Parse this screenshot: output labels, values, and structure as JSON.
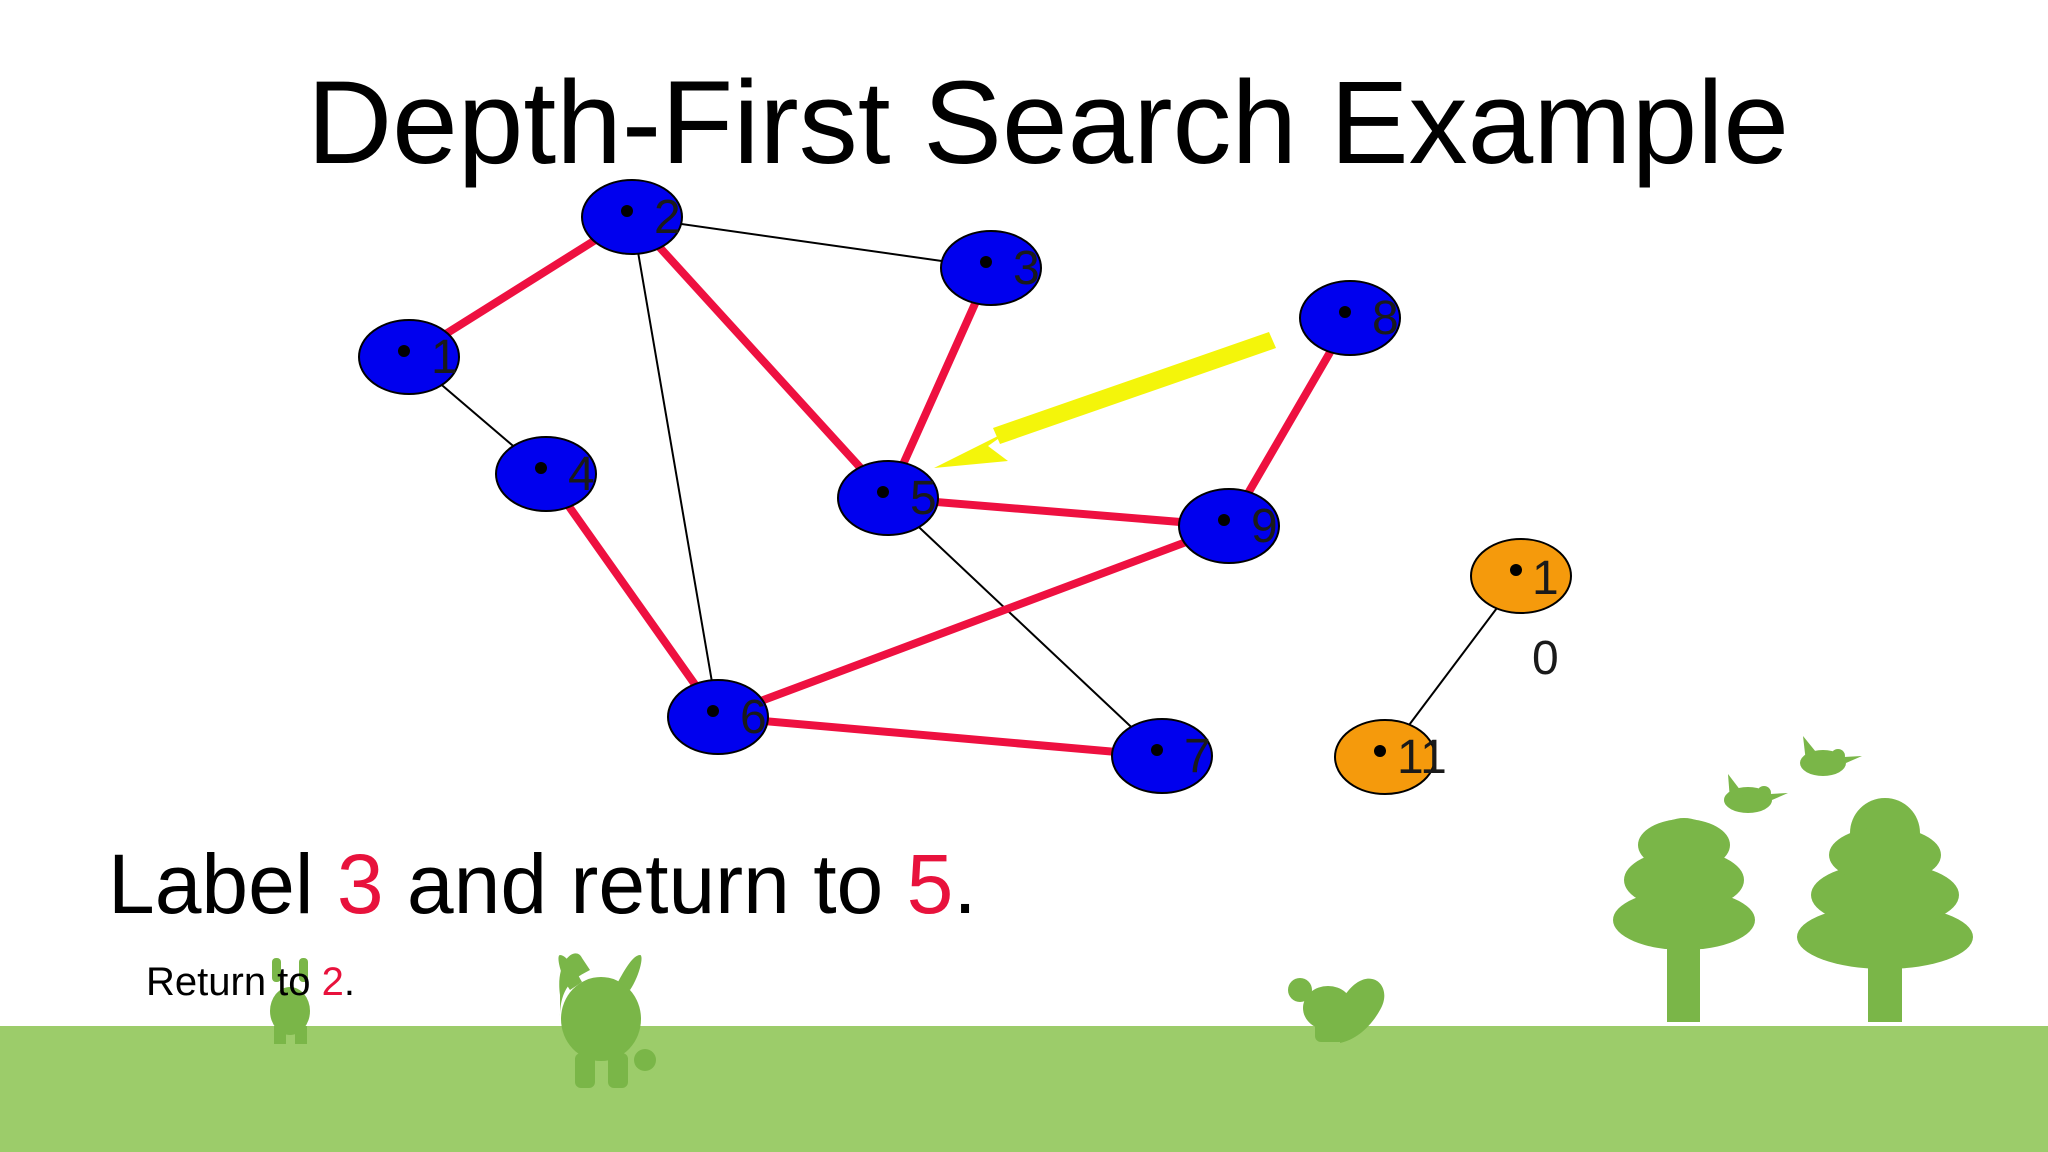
{
  "title": "Depth-First Search Example",
  "caption": {
    "prefix": "Label ",
    "first_number": "3",
    "middle": " and return to ",
    "second_number": "5",
    "suffix": "."
  },
  "subcaption": {
    "prefix": "Return to ",
    "number": "2",
    "suffix": "."
  },
  "colors": {
    "visited_node": "#0000ee",
    "unvisited_node": "#f59a0c",
    "tree_edge": "#ee1040",
    "plain_edge": "#000000",
    "pointer_arrow": "#f4f50a",
    "highlight_text": "#e8123c",
    "ground": "#9ccc6a",
    "silhouettes": "#7ab648"
  },
  "nodes": [
    {
      "id": "1",
      "label": "1",
      "state": "visited"
    },
    {
      "id": "2",
      "label": "2",
      "state": "visited"
    },
    {
      "id": "3",
      "label": "3",
      "state": "visited"
    },
    {
      "id": "4",
      "label": "4",
      "state": "visited"
    },
    {
      "id": "5",
      "label": "5",
      "state": "visited"
    },
    {
      "id": "6",
      "label": "6",
      "state": "visited"
    },
    {
      "id": "7",
      "label": "7",
      "state": "visited"
    },
    {
      "id": "8",
      "label": "8",
      "state": "visited"
    },
    {
      "id": "9",
      "label": "9",
      "state": "visited"
    },
    {
      "id": "10",
      "label_line1": "1",
      "label_line2": "0",
      "state": "unvisited"
    },
    {
      "id": "11",
      "label": "11",
      "state": "unvisited"
    }
  ],
  "edges": [
    {
      "from": "1",
      "to": "2",
      "type": "tree"
    },
    {
      "from": "1",
      "to": "4",
      "type": "plain"
    },
    {
      "from": "2",
      "to": "3",
      "type": "plain"
    },
    {
      "from": "2",
      "to": "5",
      "type": "tree"
    },
    {
      "from": "2",
      "to": "6",
      "type": "plain"
    },
    {
      "from": "3",
      "to": "5",
      "type": "tree"
    },
    {
      "from": "4",
      "to": "6",
      "type": "tree"
    },
    {
      "from": "5",
      "to": "9",
      "type": "tree"
    },
    {
      "from": "5",
      "to": "7",
      "type": "plain"
    },
    {
      "from": "6",
      "to": "9",
      "type": "tree"
    },
    {
      "from": "6",
      "to": "7",
      "type": "tree"
    },
    {
      "from": "8",
      "to": "9",
      "type": "tree"
    },
    {
      "from": "10",
      "to": "11",
      "type": "plain"
    }
  ],
  "pointer": {
    "points_to": "5"
  },
  "decorations": [
    "ground",
    "tree",
    "tree",
    "bird",
    "bird",
    "bunny",
    "rabbit",
    "squirrel"
  ]
}
